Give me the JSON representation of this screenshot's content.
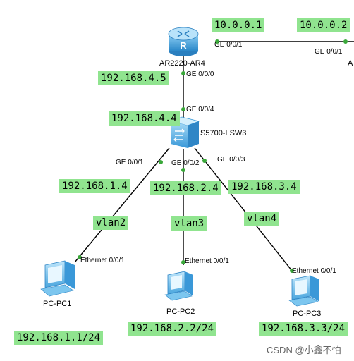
{
  "router": {
    "name": "AR2220-AR4",
    "clipped_label": "A"
  },
  "switch": {
    "name": "S5700-LSW3"
  },
  "pcs": [
    {
      "name": "PC-PC1",
      "port": "Ethernet 0/0/1",
      "ip": "192.168.1.1/24",
      "vlan": "vlan2"
    },
    {
      "name": "PC-PC2",
      "port": "Ethernet 0/0/1",
      "ip": "192.168.2.2/24",
      "vlan": "vlan3"
    },
    {
      "name": "PC-PC3",
      "port": "Ethernet 0/0/1",
      "ip": "192.168.3.3/24",
      "vlan": "vlan4"
    }
  ],
  "ports": {
    "ar4_g001": "GE 0/0/1",
    "peer_g001": "GE 0/0/1",
    "ar4_g000": "GE 0/0/0",
    "sw_g004": "GE 0/0/4",
    "sw_g001": "GE 0/0/1",
    "sw_g002": "GE 0/0/2",
    "sw_g003": "GE 0/0/3"
  },
  "ip_labels": {
    "wan_ar4": "10.0.0.1",
    "wan_peer": "10.0.0.2",
    "ar4_lan": "192.168.4.5",
    "sw_uplink": "192.168.4.4",
    "sw_vlan2": "192.168.1.4",
    "sw_vlan3": "192.168.2.4",
    "sw_vlan4": "192.168.3.4"
  },
  "watermark": "CSDN @小鑫不怕",
  "colors": {
    "label_bg": "#90e48f",
    "link": "#000000",
    "port_dot": "#3aa83a",
    "router_blue": "#3d9ad6",
    "switch_blue": "#4aa8e0"
  }
}
